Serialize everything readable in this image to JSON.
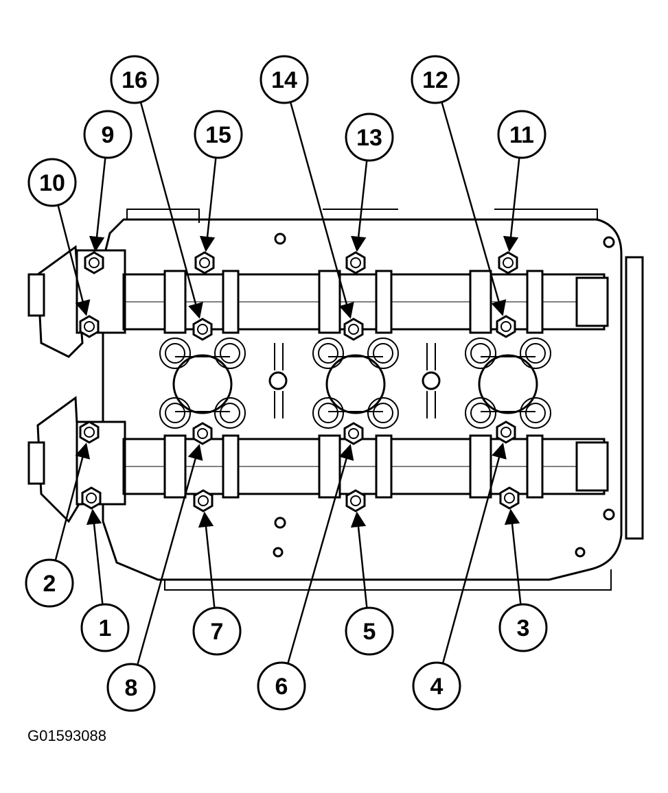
{
  "figure_id": "G01593088",
  "colors": {
    "ink": "#000000",
    "paper": "#ffffff"
  },
  "bolts": [
    {
      "label": "1"
    },
    {
      "label": "2"
    },
    {
      "label": "3"
    },
    {
      "label": "4"
    },
    {
      "label": "5"
    },
    {
      "label": "6"
    },
    {
      "label": "7"
    },
    {
      "label": "8"
    },
    {
      "label": "9"
    },
    {
      "label": "10"
    },
    {
      "label": "11"
    },
    {
      "label": "12"
    },
    {
      "label": "13"
    },
    {
      "label": "14"
    },
    {
      "label": "15"
    },
    {
      "label": "16"
    }
  ]
}
